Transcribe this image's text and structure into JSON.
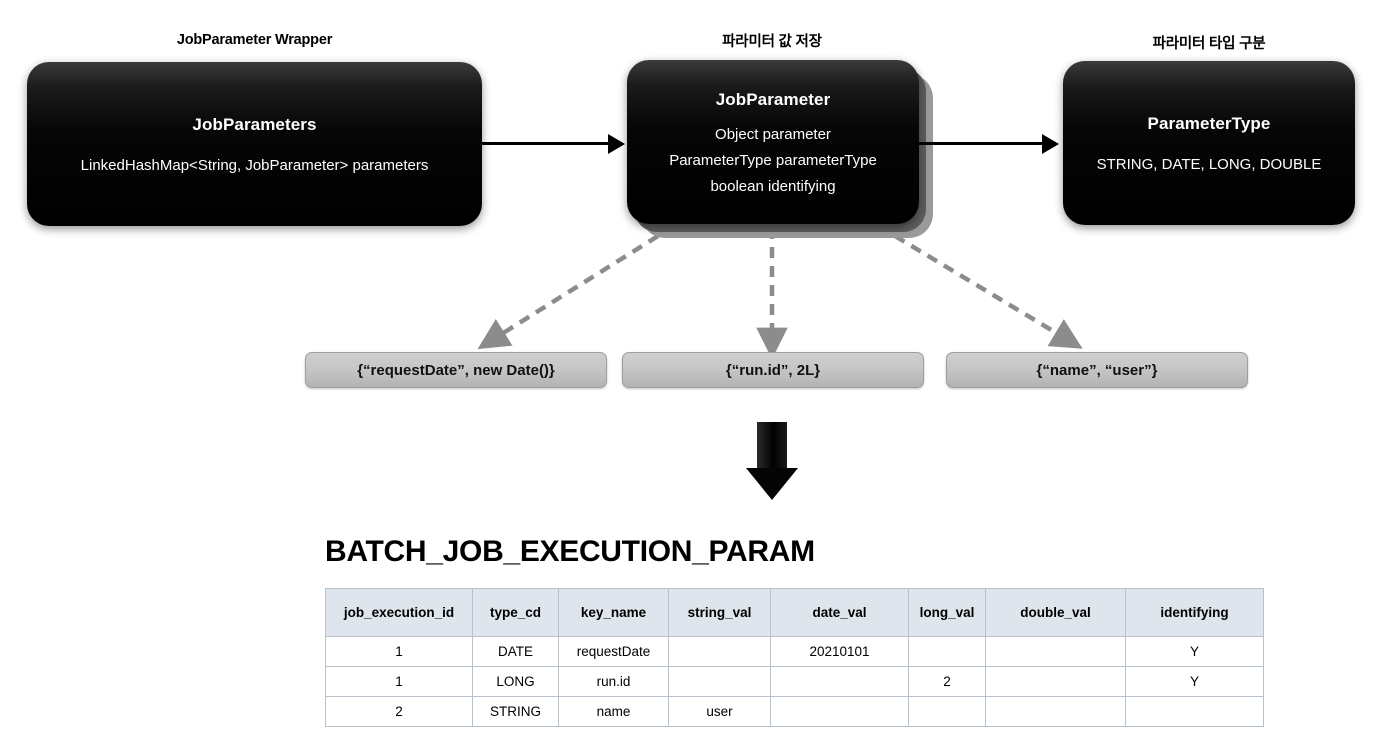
{
  "diagram": {
    "boxes": [
      {
        "caption": "JobParameter Wrapper",
        "title": "JobParameters",
        "lines": [
          "LinkedHashMap<String, JobParameter> parameters"
        ]
      },
      {
        "caption": "파라미터 값 저장",
        "title": "JobParameter",
        "lines": [
          "Object parameter",
          "ParameterType parameterType",
          "boolean identifying"
        ]
      },
      {
        "caption": "파라미터 타입 구분",
        "title": "ParameterType",
        "lines": [
          "STRING, DATE, LONG, DOUBLE"
        ]
      }
    ],
    "entries": [
      {
        "label": "{“requestDate”, new Date()}"
      },
      {
        "label": "{“run.id”, 2L}"
      },
      {
        "label": "{“name”, “user”}"
      }
    ],
    "colors": {
      "box_fill": "#000000",
      "box_text": "#ffffff",
      "entry_fill": "#c6c6c6",
      "dashed_arrow": "#8c8c8c",
      "solid_arrow": "#000000",
      "table_header_fill": "#dee5ec",
      "table_border": "#b7c2cc"
    }
  },
  "table": {
    "title": "BATCH_JOB_EXECUTION_PARAM",
    "columns": [
      "job_execution_id",
      "type_cd",
      "key_name",
      "string_val",
      "date_val",
      "long_val",
      "double_val",
      "identifying"
    ],
    "rows": [
      [
        "1",
        "DATE",
        "requestDate",
        "",
        "20210101",
        "",
        "",
        "Y"
      ],
      [
        "1",
        "LONG",
        "run.id",
        "",
        "",
        "2",
        "",
        "Y"
      ],
      [
        "2",
        "STRING",
        "name",
        "user",
        "",
        "",
        "",
        ""
      ]
    ]
  }
}
